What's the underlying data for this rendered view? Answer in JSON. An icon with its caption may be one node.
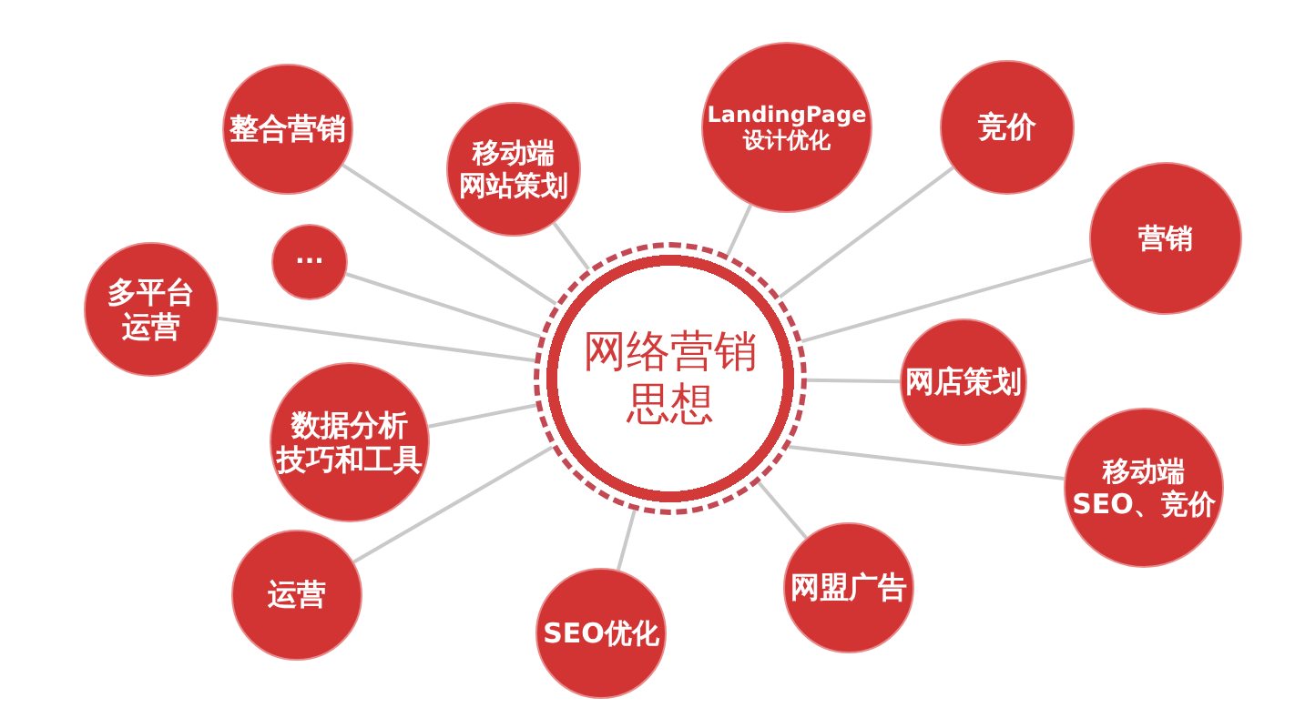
{
  "diagram": {
    "nodes": [
      {
        "text": [
          "网络营销思想"
        ]
      },
      {
        "text": [
          "整合营销"
        ]
      },
      {
        "text": [
          "移动端网站策划"
        ]
      },
      {
        "text": [
          "LandingPage设计优化"
        ]
      },
      {
        "text": [
          "竞价"
        ]
      },
      {
        "text": [
          "营销"
        ]
      },
      {
        "text": [
          "···"
        ]
      },
      {
        "text": [
          "多平台运营"
        ]
      },
      {
        "text": [
          "网店策划"
        ]
      },
      {
        "text": [
          "数据分析技巧和工具"
        ]
      },
      {
        "text": [
          "移动端SEO、竞价"
        ]
      },
      {
        "text": [
          "运营"
        ]
      },
      {
        "text": [
          "网盟广告"
        ]
      },
      {
        "text": [
          "SEO优化"
        ]
      }
    ],
    "edges": [
      {
        "from": 0,
        "to": 1,
        "arrow": "none"
      },
      {
        "from": 0,
        "to": 2,
        "arrow": "none"
      },
      {
        "from": 0,
        "to": 3,
        "arrow": "none"
      },
      {
        "from": 0,
        "to": 4,
        "arrow": "none"
      },
      {
        "from": 0,
        "to": 5,
        "arrow": "none"
      },
      {
        "from": 0,
        "to": 6,
        "arrow": "none"
      },
      {
        "from": 0,
        "to": 7,
        "arrow": "none"
      },
      {
        "from": 0,
        "to": 8,
        "arrow": "none"
      },
      {
        "from": 0,
        "to": 9,
        "arrow": "none"
      },
      {
        "from": 0,
        "to": 10,
        "arrow": "none"
      },
      {
        "from": 0,
        "to": 11,
        "arrow": "none"
      },
      {
        "from": 0,
        "to": 12,
        "arrow": "none"
      },
      {
        "from": 0,
        "to": 13,
        "arrow": "none"
      }
    ]
  }
}
